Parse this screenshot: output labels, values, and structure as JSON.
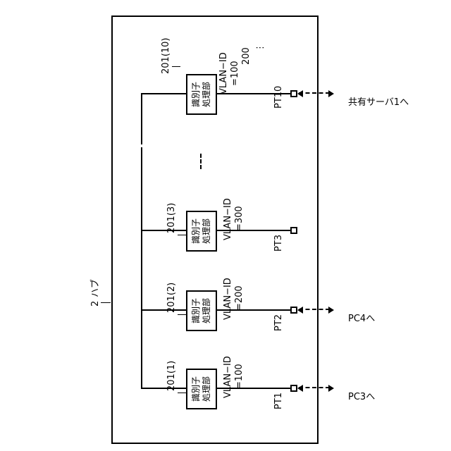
{
  "hub": {
    "ref": "2",
    "label": "ハブ"
  },
  "units": [
    {
      "ref": "201(1)",
      "text_line1": "識別子",
      "text_line2": "処理部",
      "vlan_line1": "VLAN−ID",
      "vlan_line2": "=100",
      "port": "PT1",
      "destination": "PC3へ"
    },
    {
      "ref": "201(2)",
      "text_line1": "識別子",
      "text_line2": "処理部",
      "vlan_line1": "VLAN−ID",
      "vlan_line2": "=200",
      "port": "PT2",
      "destination": "PC4へ"
    },
    {
      "ref": "201(3)",
      "text_line1": "識別子",
      "text_line2": "処理部",
      "vlan_line1": "VLAN−ID",
      "vlan_line2": "=300",
      "port": "PT3",
      "destination": ""
    },
    {
      "ref": "201(10)",
      "text_line1": "識別子",
      "text_line2": "処理部",
      "vlan_line1": "VLAN−ID",
      "vlan_line2": "=100",
      "vlan_line3": "200",
      "vlan_line4": "⋮",
      "port": "PT10",
      "destination": "共有サーバ1へ"
    }
  ]
}
